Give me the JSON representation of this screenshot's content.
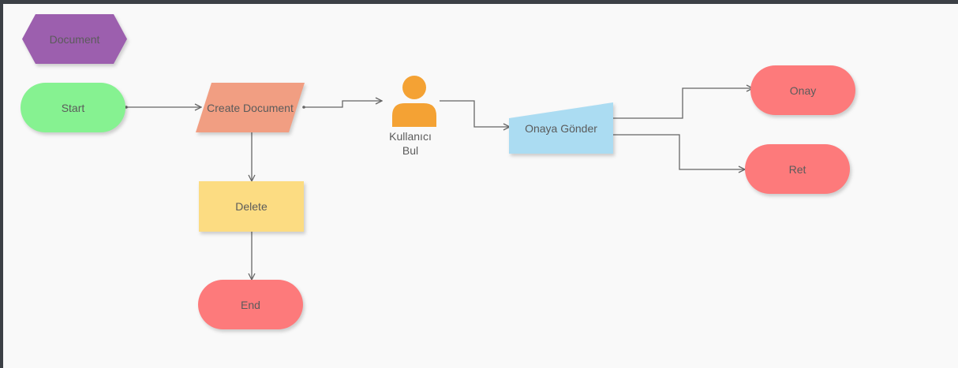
{
  "diagram": {
    "nodes": {
      "document": {
        "label": "Document",
        "shape": "hexagon",
        "color": "#9c5fae"
      },
      "start": {
        "label": "Start",
        "shape": "terminator",
        "color": "#86f291"
      },
      "create_document": {
        "label": "Create Document",
        "shape": "parallelogram",
        "color": "#f19e82"
      },
      "kullanici_bul": {
        "label": "Kullanıcı\nBul",
        "shape": "user-icon",
        "color": "#f4a234"
      },
      "onaya_gonder": {
        "label": "Onaya Gönder",
        "shape": "manual-input",
        "color": "#abdcf2"
      },
      "onay": {
        "label": "Onay",
        "shape": "terminator",
        "color": "#fd7a7b"
      },
      "ret": {
        "label": "Ret",
        "shape": "terminator",
        "color": "#fd7a7b"
      },
      "delete": {
        "label": "Delete",
        "shape": "process",
        "color": "#fcdc82"
      },
      "end": {
        "label": "End",
        "shape": "terminator",
        "color": "#fd7a7b"
      }
    },
    "edges": [
      {
        "from": "start",
        "to": "create_document"
      },
      {
        "from": "create_document",
        "to": "kullanici_bul"
      },
      {
        "from": "kullanici_bul",
        "to": "onaya_gonder"
      },
      {
        "from": "onaya_gonder",
        "to": "onay"
      },
      {
        "from": "onaya_gonder",
        "to": "ret"
      },
      {
        "from": "create_document",
        "to": "delete"
      },
      {
        "from": "delete",
        "to": "end"
      }
    ],
    "edge_color": "#666666",
    "canvas_color": "#f9f9f9",
    "frame_color": "#3c4046"
  }
}
